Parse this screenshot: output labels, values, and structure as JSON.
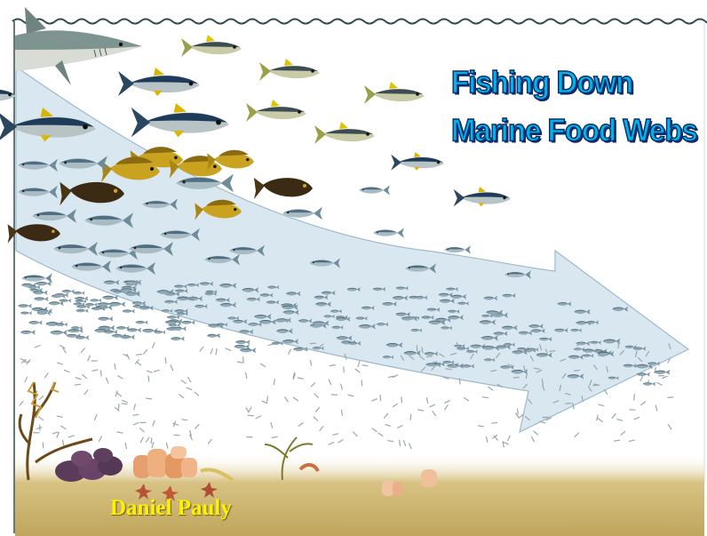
{
  "title": {
    "line1": "Fishing Down",
    "line2": "Marine Food Webs"
  },
  "credit": "Daniel Pauly",
  "colors": {
    "water": "#ffffff",
    "arrow_fill": "#d4e4ee",
    "arrow_edge": "#9eb9cc",
    "seafloor": "#c9b26a",
    "title_fill": "#00b4e8",
    "title_outline": "#0a2a6b",
    "credit_text": "#fff200",
    "wave_line": "#2e4a4a"
  },
  "icons": {
    "arrow": "fishing-down-arrow",
    "predator": "shark-icon",
    "large_fish": "tuna-icon",
    "mid_fish": "grouper-icon",
    "small_fish": "sardine-icon",
    "plankton": "plankton-icon",
    "benthos": "seaweed-icon"
  }
}
